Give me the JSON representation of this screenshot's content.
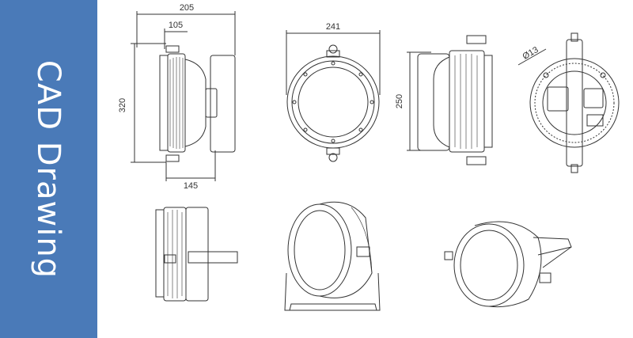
{
  "sidebar": {
    "title": "CAD Drawing",
    "color": "#4a7ab8"
  },
  "dimensions": {
    "total_width": "205",
    "bracket_offset": "105",
    "height": "320",
    "base_width": "145",
    "diameter": "241",
    "side_height": "250",
    "hole": "Ø13"
  }
}
